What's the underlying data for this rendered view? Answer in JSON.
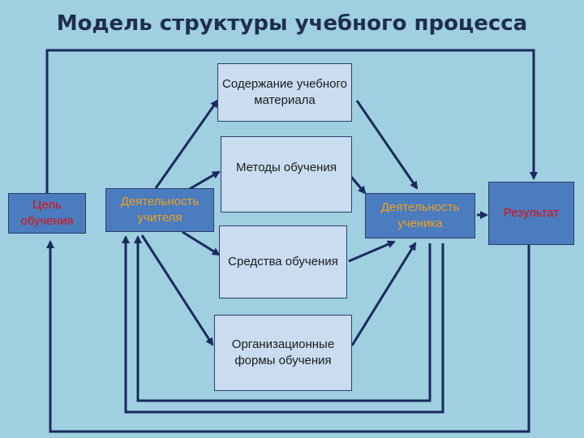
{
  "title": "Модель структуры учебного процесса",
  "nodes": {
    "content": "Содержание учебного материала",
    "methods": "Методы обучения",
    "goal": "Цель обучения",
    "teacher": "Деятельность учителя",
    "student": "Деятельность ученика",
    "result": "Результат",
    "means": "Средства обучения",
    "forms": "Организационные формы обучения"
  },
  "colors": {
    "background": "#9fcfe0",
    "line": "#1a2a5e",
    "light_box": "#c9dcf0",
    "dark_box": "#4a7cbf",
    "red_text": "#e01010",
    "orange_text": "#f0a020"
  }
}
